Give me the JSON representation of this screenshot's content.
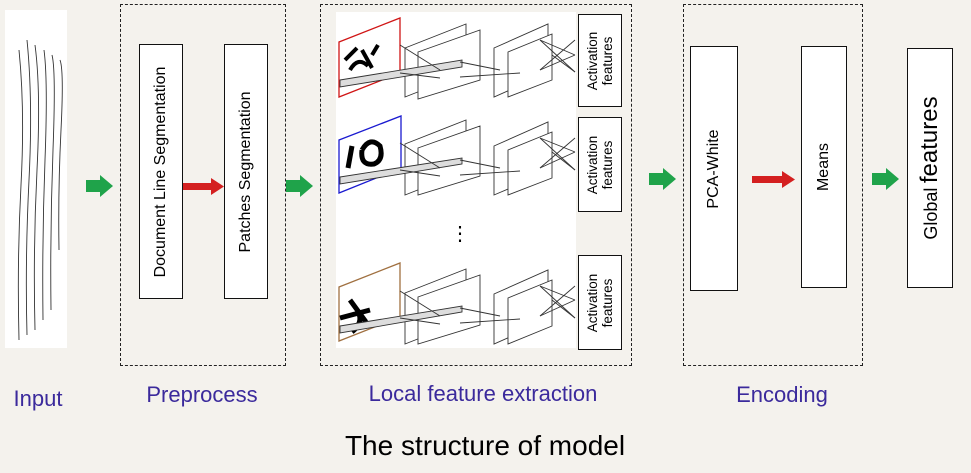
{
  "stages": {
    "input": "Input",
    "preprocess": "Preprocess",
    "local": "Local feature extraction",
    "encoding": "Encoding"
  },
  "preprocess": {
    "line_seg": "Document Line Segmentation",
    "patch_seg": "Patches Segmentation"
  },
  "local": {
    "activation_line1": "Activation",
    "activation_line2": "features",
    "ellipsis": "⋮"
  },
  "encoding": {
    "pca": "PCA-White",
    "means": "Means"
  },
  "output": {
    "global_small": "Global",
    "global_large": "features"
  },
  "caption": "The structure of model",
  "colors": {
    "stage_label": "#3b2a9c",
    "green_arrow": "#1fa34a",
    "red_arrow": "#d42020",
    "patch_red": "#d01515",
    "patch_blue": "#1a1ad0",
    "patch_brown": "#a07040"
  }
}
